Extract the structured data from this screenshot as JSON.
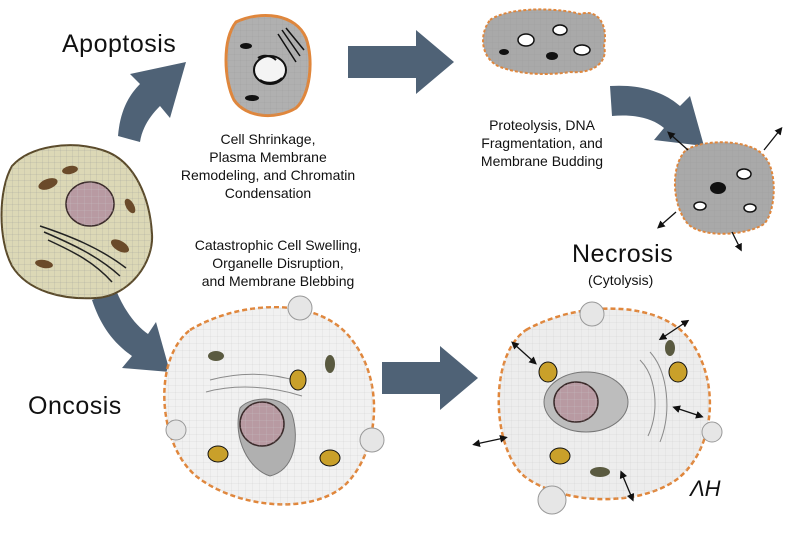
{
  "labels": {
    "apoptosis": "Apoptosis",
    "oncosis": "Oncosis",
    "necrosis": "Necrosis",
    "necrosis_sub": "(Cytolysis)"
  },
  "captions": {
    "apoptosis_stage1": [
      "Cell Shrinkage,",
      "Plasma Membrane",
      "Remodeling, and Chromatin",
      "Condensation"
    ],
    "apoptosis_stage2": [
      "Proteolysis, DNA",
      "Fragmentation, and",
      "Membrane Budding"
    ],
    "oncosis_stage1": [
      "Catastrophic Cell Swelling,",
      "Organelle Disruption,",
      "and Membrane Blebbing"
    ]
  },
  "signature": "ΛH",
  "colors": {
    "arrow": "#4f6276",
    "normal_cell": "#dcd8b6",
    "swollen_cell": "#f1f1f1",
    "membrane_orange": "#e0863b",
    "nucleus": "#b89aa2",
    "mitochondria": "#c9a02a",
    "apoptotic_gray": "#a9a9a9"
  }
}
